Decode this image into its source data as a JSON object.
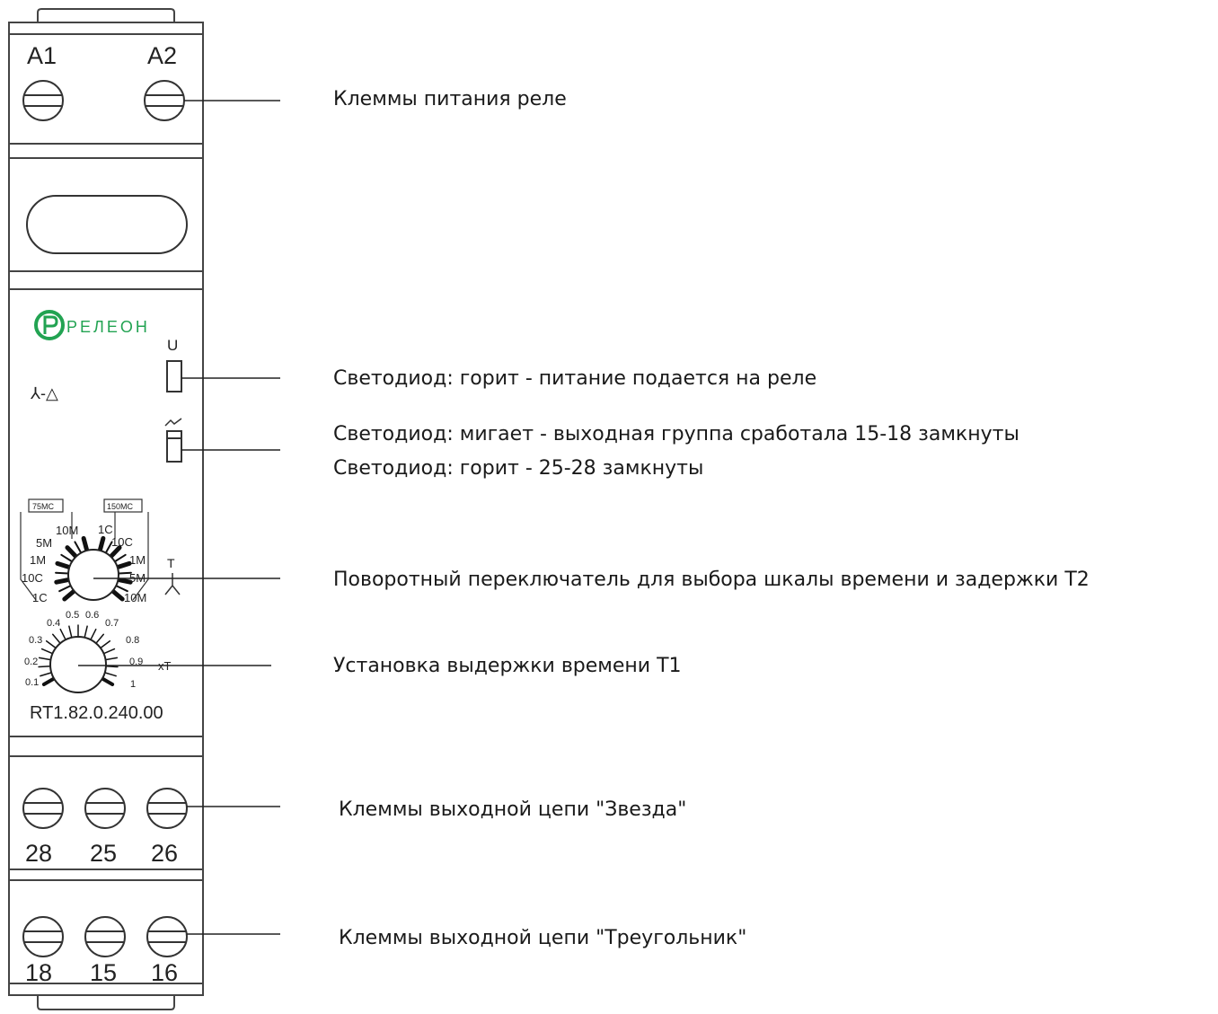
{
  "device": {
    "brand": "РЕЛЕОН",
    "model": "RT1.82.0.240.00",
    "mode_symbol": "⅄-△",
    "led_u_label": "U",
    "t_label": "T",
    "xt_label": "xT",
    "top_terminals": [
      "A1",
      "A2"
    ],
    "middle_terminals": [
      "28",
      "25",
      "26"
    ],
    "bottom_terminals": [
      "18",
      "15",
      "16"
    ],
    "scale_boxes": [
      "75MC",
      "150MC"
    ],
    "range_dial_left": [
      "10M",
      "5M",
      "1M",
      "10C",
      "1C"
    ],
    "range_dial_right": [
      "1C",
      "10C",
      "1M",
      "5M",
      "10M"
    ],
    "time_dial": [
      "0.1",
      "0.2",
      "0.3",
      "0.4",
      "0.5",
      "0.6",
      "0.7",
      "0.8",
      "0.9",
      "1"
    ]
  },
  "annotations": [
    {
      "id": "power-terminals",
      "text": "Клеммы питания реле"
    },
    {
      "id": "led-power",
      "text": "Светодиод: горит - питание подается на реле"
    },
    {
      "id": "led-output-1",
      "text": "Светодиод: мигает - выходная группа сработала 15-18 замкнуты"
    },
    {
      "id": "led-output-2",
      "text": "Светодиод: горит - 25-28 замкнуты"
    },
    {
      "id": "range-switch",
      "text": "Поворотный переключатель для выбора шкалы времени и задержки T2"
    },
    {
      "id": "delay-t1",
      "text": "Установка выдержки времени T1"
    },
    {
      "id": "star-terminals",
      "text": "Клеммы выходной цепи \"Звезда\""
    },
    {
      "id": "delta-terminals",
      "text": "Клеммы выходной цепи \"Треугольник\""
    }
  ],
  "colors": {
    "outline": "#222222",
    "brand_green": "#22a352",
    "text": "#1a1a1a"
  }
}
